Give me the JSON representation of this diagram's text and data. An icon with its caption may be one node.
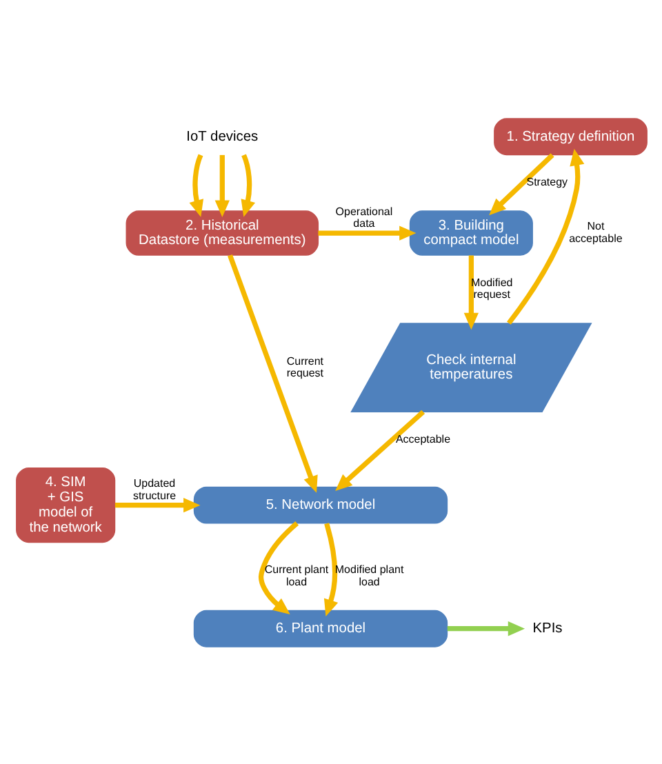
{
  "diagram": {
    "nodes": [
      {
        "text": [
          "IoT devices"
        ]
      },
      {
        "text": [
          "1. Strategy definition"
        ]
      },
      {
        "text": [
          "2. Historical Datastore (measurements)"
        ]
      },
      {
        "text": [
          "3. Building compact model"
        ]
      },
      {
        "text": [
          "Check internal temperatures"
        ]
      },
      {
        "text": [
          "5. Network model"
        ]
      },
      {
        "text": [
          "4. SIM + GIS model of the network"
        ]
      },
      {
        "text": [
          "6. Plant model"
        ]
      },
      {
        "text": [
          "KPIs"
        ]
      }
    ],
    "edges": [
      {
        "from": 0,
        "to": 2,
        "arrow": "to"
      },
      {
        "from": 0,
        "to": 2,
        "arrow": "to"
      },
      {
        "from": 0,
        "to": 2,
        "arrow": "to"
      },
      {
        "from": 2,
        "to": 3,
        "arrow": "to",
        "label": "Operational data"
      },
      {
        "from": 1,
        "to": 3,
        "arrow": "to",
        "label": "Strategy"
      },
      {
        "from": 3,
        "to": 4,
        "arrow": "to",
        "label": "Modified request"
      },
      {
        "from": 4,
        "to": 1,
        "arrow": "to",
        "label": "Not acceptable"
      },
      {
        "from": 4,
        "to": 5,
        "arrow": "to",
        "label": "Acceptable"
      },
      {
        "from": 2,
        "to": 5,
        "arrow": "to",
        "label": "Current request"
      },
      {
        "from": 6,
        "to": 5,
        "arrow": "to",
        "label": "Updated structure"
      },
      {
        "from": 5,
        "to": 7,
        "arrow": "to",
        "label": "Current plant load"
      },
      {
        "from": 5,
        "to": 7,
        "arrow": "to",
        "label": "Modified plant load"
      },
      {
        "from": 7,
        "to": 8,
        "arrow": "to",
        "color": "#92d050"
      }
    ]
  }
}
